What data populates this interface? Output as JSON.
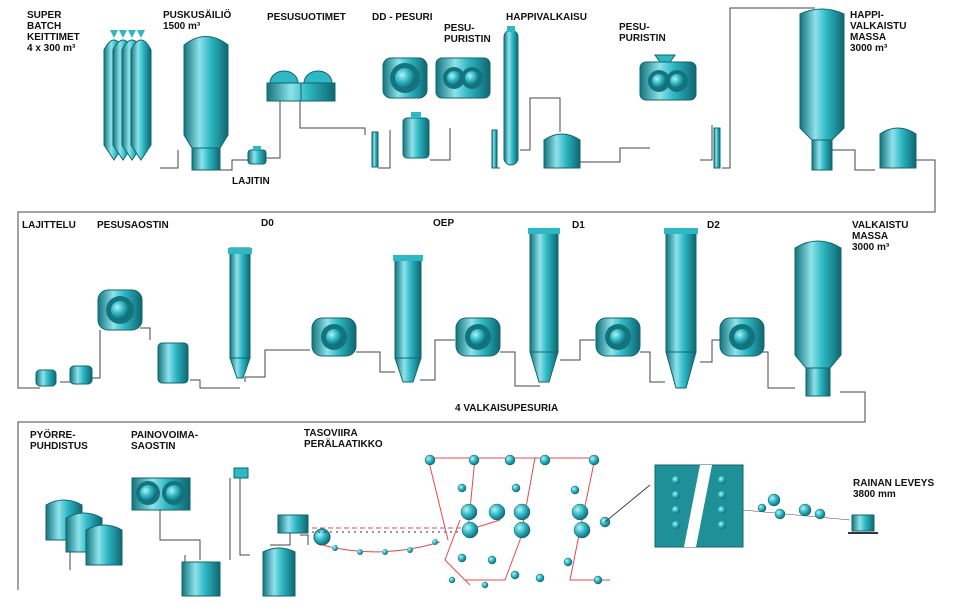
{
  "colors": {
    "equipment": "#2db8c4",
    "equipment_dark": "#13747e",
    "equipment_light": "#9ee6ec",
    "pipe": "#444444",
    "wire": "#e34b4b",
    "paper_machine_body": "#1f8f98"
  },
  "labels": {
    "super_batch": "SUPER\nBATCH\nKEITTIMET\n4 x 300 m³",
    "puskusailio": "PUSKUSÄILIÖ\n1500 m³",
    "pesusuotimet": "PESUSUOTIMET",
    "dd_pesuri": "DD - PESURI",
    "pesupuristin_1": "PESU-\nPURISTIN",
    "happivalkaisu": "HAPPIVALKAISU",
    "pesupuristin_2": "PESU-\nPURISTIN",
    "happivalkaistu_massa": "HAPPI-\nVALKAISTU\nMASSA\n3000 m³",
    "lajitin": "LAJITIN",
    "lajittelu": "LAJITTELU",
    "pesusaostin": "PESUSAOSTIN",
    "d0": "D0",
    "oep": "OEP",
    "d1": "D1",
    "d2": "D2",
    "valkaistu_massa": "VALKAISTU\nMASSA\n3000 m³",
    "valkaisupesuria": "4 VALKAISUPESURIA",
    "pyorrepuhdistus": "PYÖRRE-\nPUHDISTUS",
    "painovoimasaostin": "PAINOVOIMA-\nSAOSTIN",
    "tasoviira": "TASOVIIRA\nPERÄLAATIKKO",
    "rainan_leveys": "RAINAN LEVEYS\n3800 mm"
  }
}
